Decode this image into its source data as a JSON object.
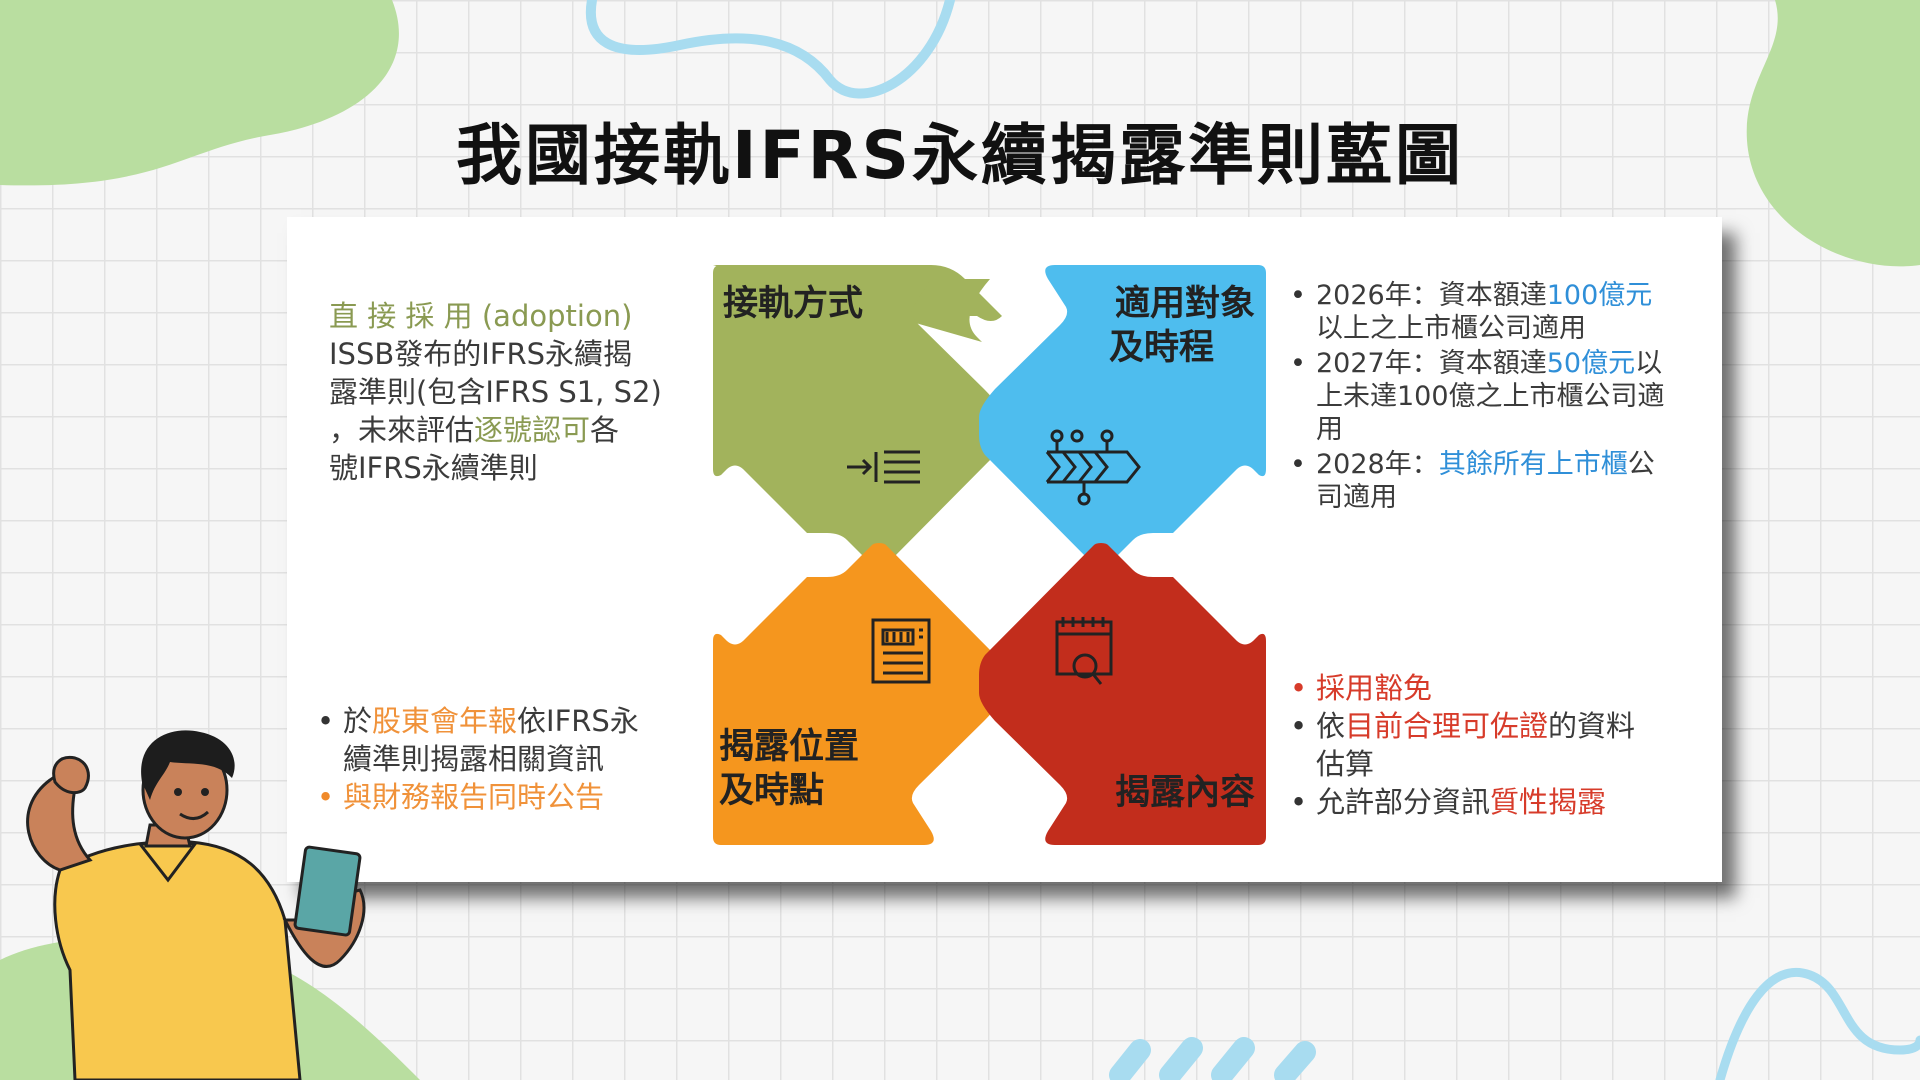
{
  "title": "我國接軌IFRS永續揭露準則藍圖",
  "colors": {
    "olive": "#a2b35c",
    "sky": "#4ebdee",
    "orange": "#f5961e",
    "crimson": "#c22d1c",
    "blob": "#b9dea0",
    "wave": "#a8dcf0"
  },
  "quadrants": {
    "tl": {
      "label": "接軌方式",
      "icon": "flow-converge-icon"
    },
    "tr": {
      "label_1": "適用對象",
      "label_2": "及時程",
      "icon": "process-flow-icon"
    },
    "bl": {
      "label_1": "揭露位置",
      "label_2": "及時點",
      "icon": "newspaper-icon"
    },
    "br": {
      "label": "揭露內容",
      "icon": "calendar-search-icon"
    }
  },
  "left_top": {
    "l1": "直 接 採 用 (adoption)",
    "l2": "ISSB發布的IFRS永續揭",
    "l3": "露準則(包含IFRS S1, S2)",
    "l4a": "，未來評估",
    "l4b": "逐號認可",
    "l4c": "各",
    "l5": "號IFRS永續準則"
  },
  "right_top": {
    "b1a": "2026年：資本額達",
    "b1b": "100億元",
    "b1c": "以上之上市櫃公司適用",
    "b2a": "2027年：資本額達",
    "b2b": "50億元",
    "b2c": "以",
    "b2d": "上未達100億之上市櫃公司適",
    "b2e": "用",
    "b3a": "2028年：",
    "b3b": "其餘所有上市櫃",
    "b3c": "公",
    "b3d": "司適用"
  },
  "left_bottom": {
    "b1a": "於",
    "b1b": "股東會年報",
    "b1c": "依IFRS永",
    "b1d": "續準則揭露相關資訊",
    "b2": "與財務報告同時公告"
  },
  "right_bottom": {
    "b1": "採用豁免",
    "b2a": "依",
    "b2b": "目前合理可佐證",
    "b2c": "的資料",
    "b2d": "估算",
    "b3a": "允許部分資訊",
    "b3b": "質性揭露"
  }
}
